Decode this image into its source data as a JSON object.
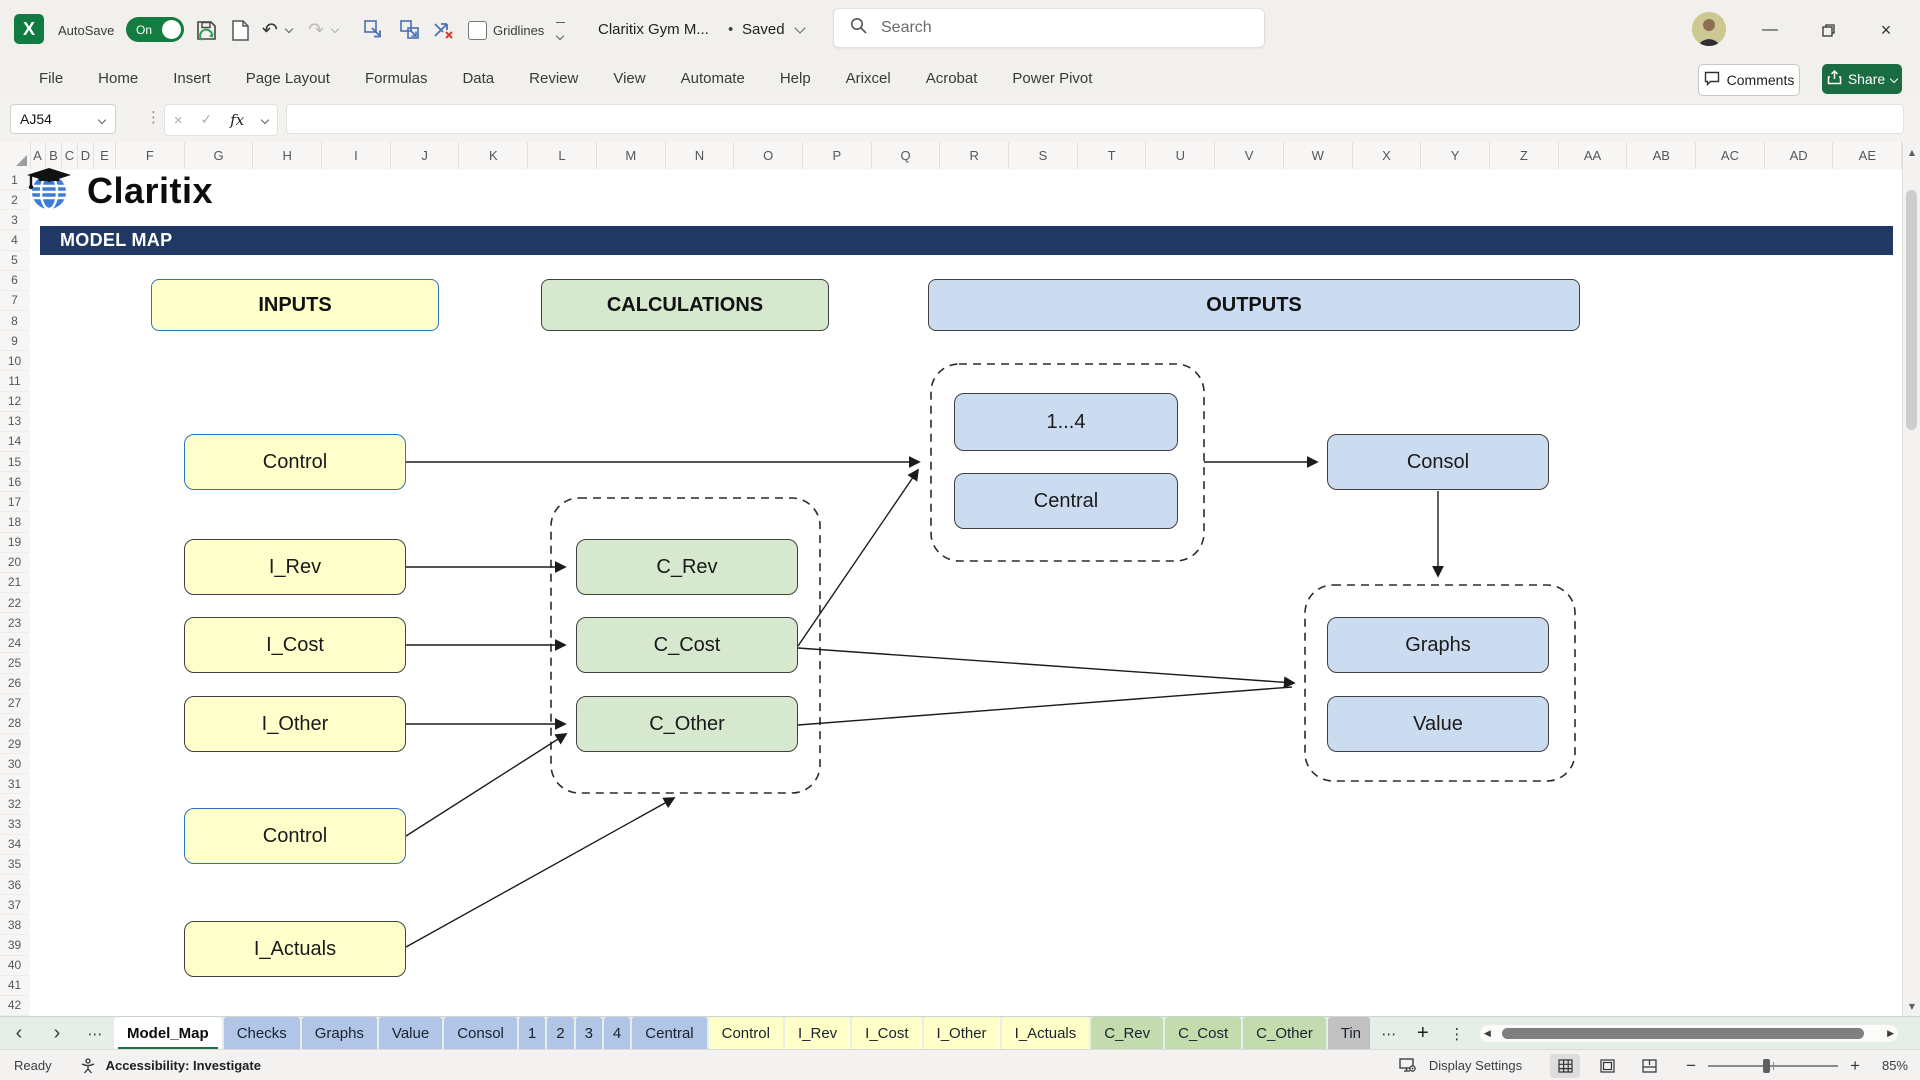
{
  "titlebar": {
    "autosave_label": "AutoSave",
    "autosave_state": "On",
    "workbook_name": "Claritix Gym M...",
    "bullet": "•",
    "doc_status": "Saved",
    "gridlines_label": "Gridlines",
    "search_placeholder": "Search"
  },
  "ribbon": {
    "tabs": [
      "File",
      "Home",
      "Insert",
      "Page Layout",
      "Formulas",
      "Data",
      "Review",
      "View",
      "Automate",
      "Help",
      "Arixcel",
      "Acrobat",
      "Power Pivot"
    ],
    "comments_label": "Comments",
    "share_label": "Share"
  },
  "formula_bar": {
    "name_box": "AJ54",
    "fx_label": "fx",
    "value": ""
  },
  "grid": {
    "columns": [
      "A",
      "B",
      "C",
      "D",
      "E",
      "F",
      "G",
      "H",
      "I",
      "J",
      "K",
      "L",
      "M",
      "N",
      "O",
      "P",
      "Q",
      "R",
      "S",
      "T",
      "U",
      "V",
      "W",
      "X",
      "Y",
      "Z",
      "AA",
      "AB",
      "AC",
      "AD",
      "AE"
    ],
    "row_first": 1,
    "row_count": 42
  },
  "sheet": {
    "logo_text": "Claritix",
    "banner_title": "MODEL MAP",
    "banner_color": "#1F3864",
    "colors": {
      "input_fill": "#FFFFCC",
      "calc_fill": "#D6E8CE",
      "output_fill": "#CBDCF1",
      "input_border": "#2E75B6",
      "dark_border": "#404040"
    },
    "headers": [
      {
        "id": "inputs",
        "label": "INPUTS"
      },
      {
        "id": "calculations",
        "label": "CALCULATIONS"
      },
      {
        "id": "outputs",
        "label": "OUTPUTS"
      }
    ],
    "nodes": [
      {
        "id": "control-top",
        "label": "Control"
      },
      {
        "id": "i-rev",
        "label": "I_Rev"
      },
      {
        "id": "i-cost",
        "label": "I_Cost"
      },
      {
        "id": "i-other",
        "label": "I_Other"
      },
      {
        "id": "control-bottom",
        "label": "Control"
      },
      {
        "id": "i-actuals",
        "label": "I_Actuals"
      },
      {
        "id": "c-rev",
        "label": "C_Rev"
      },
      {
        "id": "c-cost",
        "label": "C_Cost"
      },
      {
        "id": "c-other",
        "label": "C_Other"
      },
      {
        "id": "one-to-four",
        "label": "1...4"
      },
      {
        "id": "central",
        "label": "Central"
      },
      {
        "id": "consol",
        "label": "Consol"
      },
      {
        "id": "graphs",
        "label": "Graphs"
      },
      {
        "id": "value",
        "label": "Value"
      }
    ]
  },
  "sheet_tabs": {
    "active": "Model_Map",
    "items": [
      {
        "label": "Model_Map",
        "color": "active"
      },
      {
        "label": "Checks",
        "color": "blue"
      },
      {
        "label": "Graphs",
        "color": "blue"
      },
      {
        "label": "Value",
        "color": "blue"
      },
      {
        "label": "Consol",
        "color": "blue"
      },
      {
        "label": "1",
        "color": "blue"
      },
      {
        "label": "2",
        "color": "blue"
      },
      {
        "label": "3",
        "color": "blue"
      },
      {
        "label": "4",
        "color": "blue"
      },
      {
        "label": "Central",
        "color": "blue"
      },
      {
        "label": "Control",
        "color": "yellow"
      },
      {
        "label": "I_Rev",
        "color": "yellow"
      },
      {
        "label": "I_Cost",
        "color": "yellow"
      },
      {
        "label": "I_Other",
        "color": "yellow"
      },
      {
        "label": "I_Actuals",
        "color": "yellow"
      },
      {
        "label": "C_Rev",
        "color": "green"
      },
      {
        "label": "C_Cost",
        "color": "green"
      },
      {
        "label": "C_Other",
        "color": "green"
      },
      {
        "label": "Tin",
        "color": "gray"
      }
    ],
    "tab_colors": {
      "blue": "#B1C5E7",
      "yellow": "#FFFFC8",
      "green": "#C2DCAE",
      "gray": "#C1C1C1",
      "active": "#FFFFFF"
    }
  },
  "status_bar": {
    "mode": "Ready",
    "accessibility": "Accessibility: Investigate",
    "display_settings": "Display Settings",
    "zoom": "85%"
  }
}
